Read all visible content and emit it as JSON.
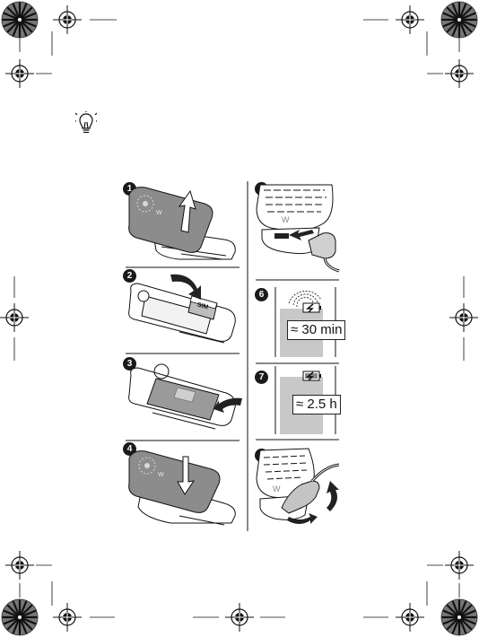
{
  "steps": [
    {
      "number": "1"
    },
    {
      "number": "2"
    },
    {
      "number": "3"
    },
    {
      "number": "4"
    },
    {
      "number": "5"
    },
    {
      "number": "6",
      "label": "≈ 30 min"
    },
    {
      "number": "7",
      "label": "≈ 2.5 h"
    },
    {
      "number": "8"
    }
  ],
  "sim_text": "SIM",
  "icons": [
    "registration-mark-icon",
    "starburst-color-target-icon",
    "lightbulb-tip-icon"
  ]
}
